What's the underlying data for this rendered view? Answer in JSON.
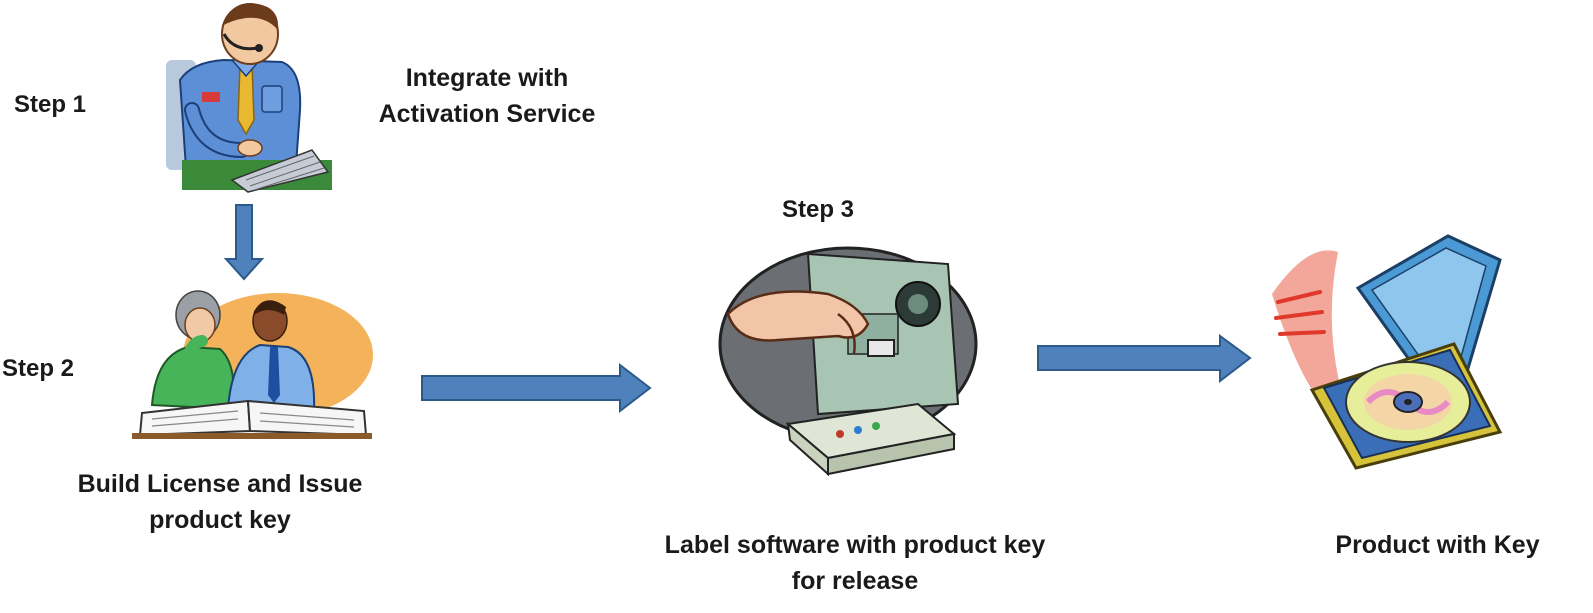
{
  "steps": {
    "step1": {
      "label": "Step 1",
      "caption_line1": "Integrate with",
      "caption_line2": "Activation Service"
    },
    "step2": {
      "label": "Step 2",
      "caption_line1": "Build License and Issue",
      "caption_line2": "product key"
    },
    "step3": {
      "label": "Step 3",
      "caption_line1": "Label software with product key",
      "caption_line2": "for release"
    },
    "final": {
      "caption": "Product with Key"
    }
  },
  "colors": {
    "arrow_fill": "#4f81bd",
    "arrow_stroke": "#2c5a8a"
  },
  "icons": {
    "step1": "developer-at-keyboard-icon",
    "step2": "team-reviewing-document-icon",
    "step3": "hand-inserting-component-icon",
    "final": "cd-case-icon"
  }
}
